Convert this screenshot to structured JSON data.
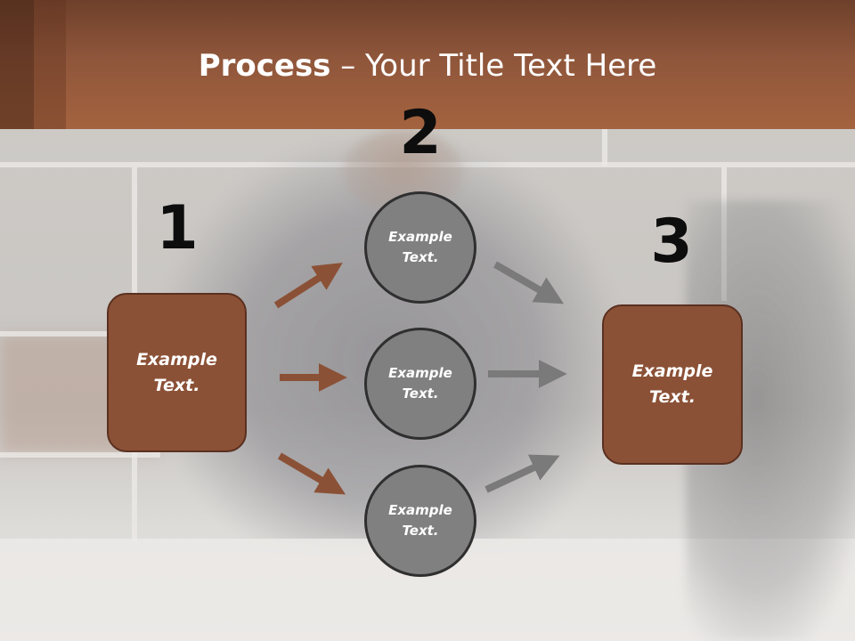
{
  "title": {
    "bold": "Process",
    "rest": " – Your Title Text Here"
  },
  "steps": [
    {
      "number": "1"
    },
    {
      "number": "2"
    },
    {
      "number": "3"
    }
  ],
  "left_box": {
    "text": "Example Text."
  },
  "right_box": {
    "text": "Example Text."
  },
  "circles": [
    {
      "text": "Example Text."
    },
    {
      "text": "Example Text."
    },
    {
      "text": "Example Text."
    }
  ],
  "colors": {
    "header": "#8f563b",
    "box_fill": "#8b5136",
    "box_border": "#5a3020",
    "circle_fill": "#808080",
    "circle_border": "#2f2f2f",
    "arrow_brown": "#8b5136",
    "arrow_gray": "#7a7a7a",
    "number_text": "#0d0d0d"
  }
}
